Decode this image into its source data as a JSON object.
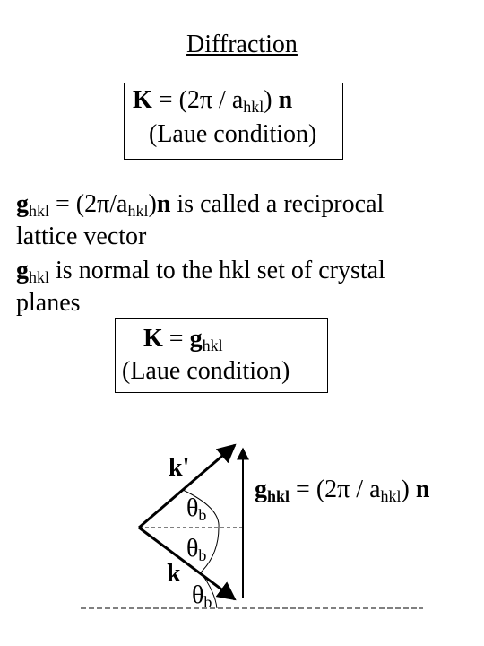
{
  "title": "Diffraction",
  "box1": {
    "eq": {
      "K": "K",
      "eq_open": " = (2π / a",
      "sub": "hkl",
      "close": ") ",
      "n": "n"
    },
    "caption": "(Laue condition)"
  },
  "para1": {
    "g": "g",
    "sub": "hkl",
    "eq": " = (2π/a",
    "sub2": "hkl",
    "close": ")",
    "n": "n",
    "rest": " is called a reciprocal",
    "line2": "lattice vector"
  },
  "para2": {
    "g": "g",
    "sub": "hkl",
    "rest": " is normal to the hkl set of crystal",
    "line2": "planes"
  },
  "box2": {
    "eq": {
      "K": "K",
      "eq": " = ",
      "g": "g",
      "sub": "hkl"
    },
    "caption": "(Laue condition)"
  },
  "diagram": {
    "k_prime": "k'",
    "k": "k",
    "theta": "θ",
    "theta_sub": "b",
    "g_label": {
      "g": "g",
      "sub": "hkl",
      "eq": " = (2π / a",
      "sub2": "hkl",
      "close": ") ",
      "n": "n"
    }
  }
}
